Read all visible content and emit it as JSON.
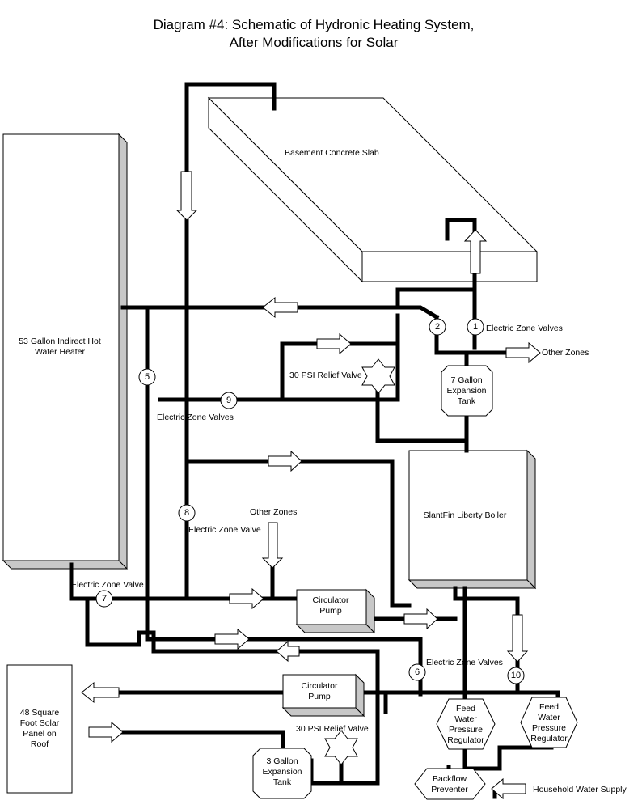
{
  "title": {
    "line1": "Diagram #4: Schematic of Hydronic Heating System,",
    "line2": "After Modifications for Solar"
  },
  "components": {
    "slab": "Basement Concrete Slab",
    "water_heater_l1": "53 Gallon Indirect Hot",
    "water_heater_l2": "Water Heater",
    "boiler": "SlantFin Liberty Boiler",
    "exp_tank_7_l1": "7 Gallon",
    "exp_tank_7_l2": "Expansion",
    "exp_tank_7_l3": "Tank",
    "exp_tank_3_l1": "3 Gallon",
    "exp_tank_3_l2": "Expansion",
    "exp_tank_3_l3": "Tank",
    "circ_pump_upper_l1": "Circulator",
    "circ_pump_upper_l2": "Pump",
    "circ_pump_lower_l1": "Circulator",
    "circ_pump_lower_l2": "Pump",
    "solar_l1": "48 Square",
    "solar_l2": "Foot Solar",
    "solar_l3": "Panel on",
    "solar_l4": "Roof",
    "feed_reg_left_l1": "Feed",
    "feed_reg_left_l2": "Water",
    "feed_reg_left_l3": "Pressure",
    "feed_reg_left_l4": "Regulator",
    "feed_reg_right_l1": "Feed",
    "feed_reg_right_l2": "Water",
    "feed_reg_right_l3": "Pressure",
    "feed_reg_right_l4": "Regulator",
    "backflow_l1": "Backflow",
    "backflow_l2": "Preventer"
  },
  "labels": {
    "zone_valves_1_2": "Electric Zone Valves",
    "other_zones_right": "Other Zones",
    "relief_upper": "30 PSI Relief Valve",
    "zone_valves_9": "Electric Zone Valves",
    "other_zones_mid": "Other Zones",
    "zone_valve_8": "Electric Zone Valve",
    "zone_valve_7": "Electric Zone Valve",
    "zone_valves_6_10": "Electric Zone Valves",
    "relief_lower": "30 PSI Relief Valve",
    "household_supply": "Household Water Supply"
  },
  "valves": {
    "v1": "1",
    "v2": "2",
    "v5": "5",
    "v6": "6",
    "v7": "7",
    "v8": "8",
    "v9": "9",
    "v10": "10"
  }
}
